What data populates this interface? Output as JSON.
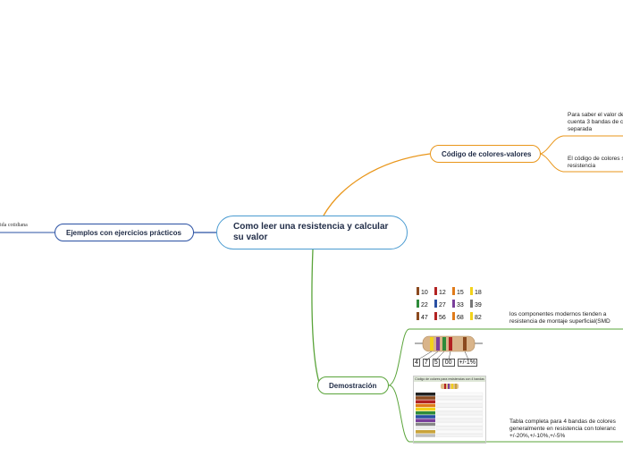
{
  "colors": {
    "central_border": "#4a9bd1",
    "examples_branch": "#2950a3",
    "codigo_branch": "#e9961a",
    "demo_branch": "#5aa43a"
  },
  "central": {
    "title": "Como leer una resistencia y calcular su valor"
  },
  "examples": {
    "label": "Ejemplos con ejercicios prácticos",
    "cut_text": "ida cotidiana"
  },
  "codigo": {
    "label": "Código de colores-valores",
    "subtopics": [
      {
        "text_lines": [
          "Para saber el valor de",
          "cuenta 3 bandas de c",
          "separada"
        ]
      },
      {
        "text_lines": [
          "El código de colores s",
          "resistencia"
        ]
      }
    ]
  },
  "demo": {
    "label": "Demostración",
    "images": [
      {
        "kind": "resistor-value-grid",
        "values": [
          "10",
          "12",
          "15",
          "18",
          "22",
          "27",
          "33",
          "39",
          "47",
          "56",
          "68",
          "82"
        ]
      },
      {
        "kind": "resistor-photo",
        "band_readout": [
          "4",
          "7",
          "5",
          "00",
          "+/-1%"
        ]
      },
      {
        "kind": "color-code-table",
        "caption": "Código de colores para resistencias con 4 bandas"
      }
    ],
    "subtopics": [
      {
        "text_lines": [
          "los componentes modernos tienden a",
          "resistencia de montaje superficial(SMD"
        ]
      },
      {
        "text_lines": [
          "Tabla completa para 4 bandas de colores",
          "generalmente en resistencia con toleranc",
          "+/-20%,+/-10%,+/-5%"
        ]
      }
    ]
  }
}
